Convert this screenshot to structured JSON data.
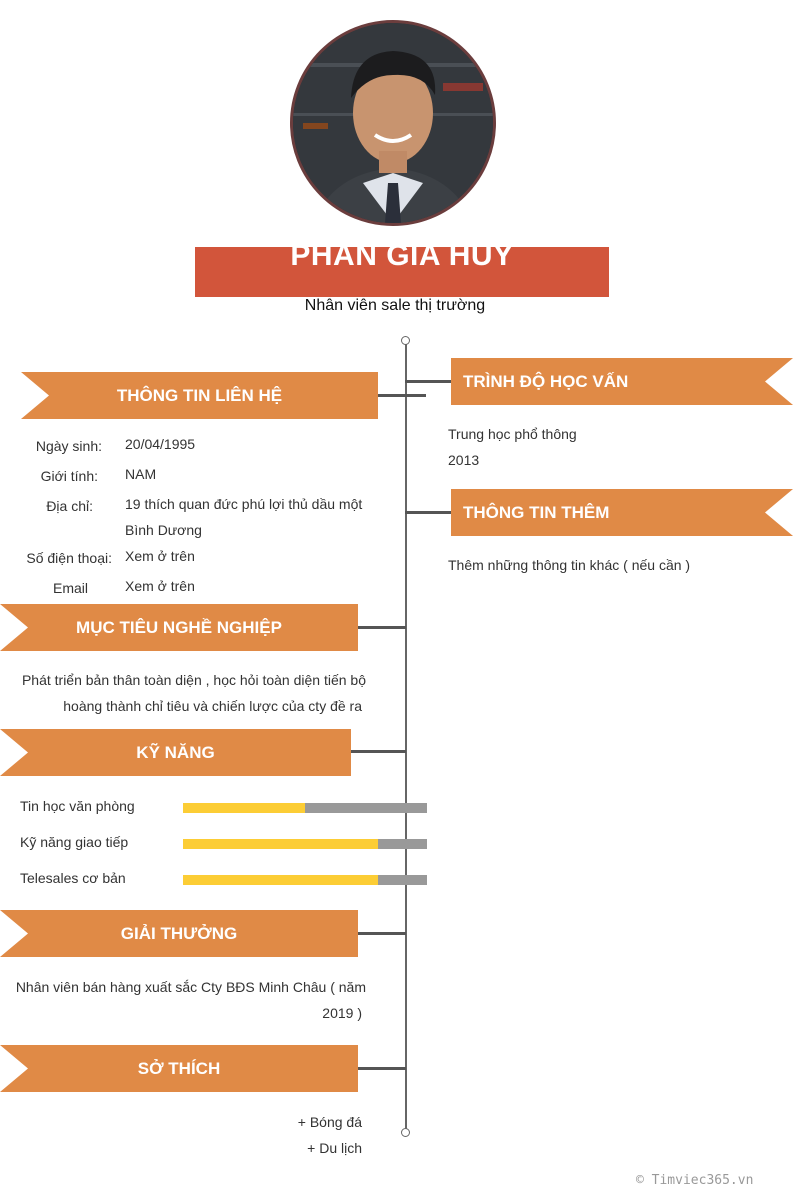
{
  "header": {
    "name": "PHAN GIA HUY",
    "job_title": "Nhân viên sale thị trường"
  },
  "contact": {
    "heading": "THÔNG TIN LIÊN HỆ",
    "rows": [
      {
        "label": "Ngày sinh:",
        "value": "20/04/1995"
      },
      {
        "label": "Giới tính:",
        "value": "NAM"
      },
      {
        "label": "Địa chỉ:",
        "value": "19 thích quan đức phú lợi thủ dầu một",
        "value2": "Bình Dương"
      },
      {
        "label": "Số điện thoại:",
        "value": "Xem ở trên"
      },
      {
        "label": "Email",
        "value": "Xem ở trên"
      }
    ]
  },
  "objective": {
    "heading": "MỤC TIÊU NGHỀ NGHIỆP",
    "line1": "Phát triển bản thân toàn diện , học hỏi toàn diện tiến bộ",
    "line2": "hoàng thành chỉ tiêu và chiến lược của cty đề ra"
  },
  "skills": {
    "heading": "KỸ NĂNG",
    "items": [
      {
        "name": "Tin học văn phòng",
        "level": 0.5
      },
      {
        "name": "Kỹ năng giao tiếp",
        "level": 0.8
      },
      {
        "name": "Telesales cơ bản",
        "level": 0.8
      }
    ],
    "colors": {
      "fill": "#fccd35",
      "track": "#999999"
    }
  },
  "awards": {
    "heading": "GIẢI THƯỞNG",
    "line1": "Nhân viên bán hàng xuất sắc Cty BĐS Minh Châu ( năm",
    "line2": "2019 )"
  },
  "hobbies": {
    "heading": "SỞ THÍCH",
    "items": [
      "+ Bóng đá",
      "+ Du lịch"
    ]
  },
  "education": {
    "heading": "TRÌNH ĐỘ HỌC VẤN",
    "school": "Trung học phổ thông",
    "year": "2013"
  },
  "extra": {
    "heading": "THÔNG TIN THÊM",
    "text": "Thêm những thông tin khác ( nếu cần )"
  },
  "footer": {
    "text": "© Timviec365.vn"
  },
  "theme": {
    "ribbon": "#e08a46",
    "name_bar": "#d2553b",
    "line": "#666666"
  }
}
